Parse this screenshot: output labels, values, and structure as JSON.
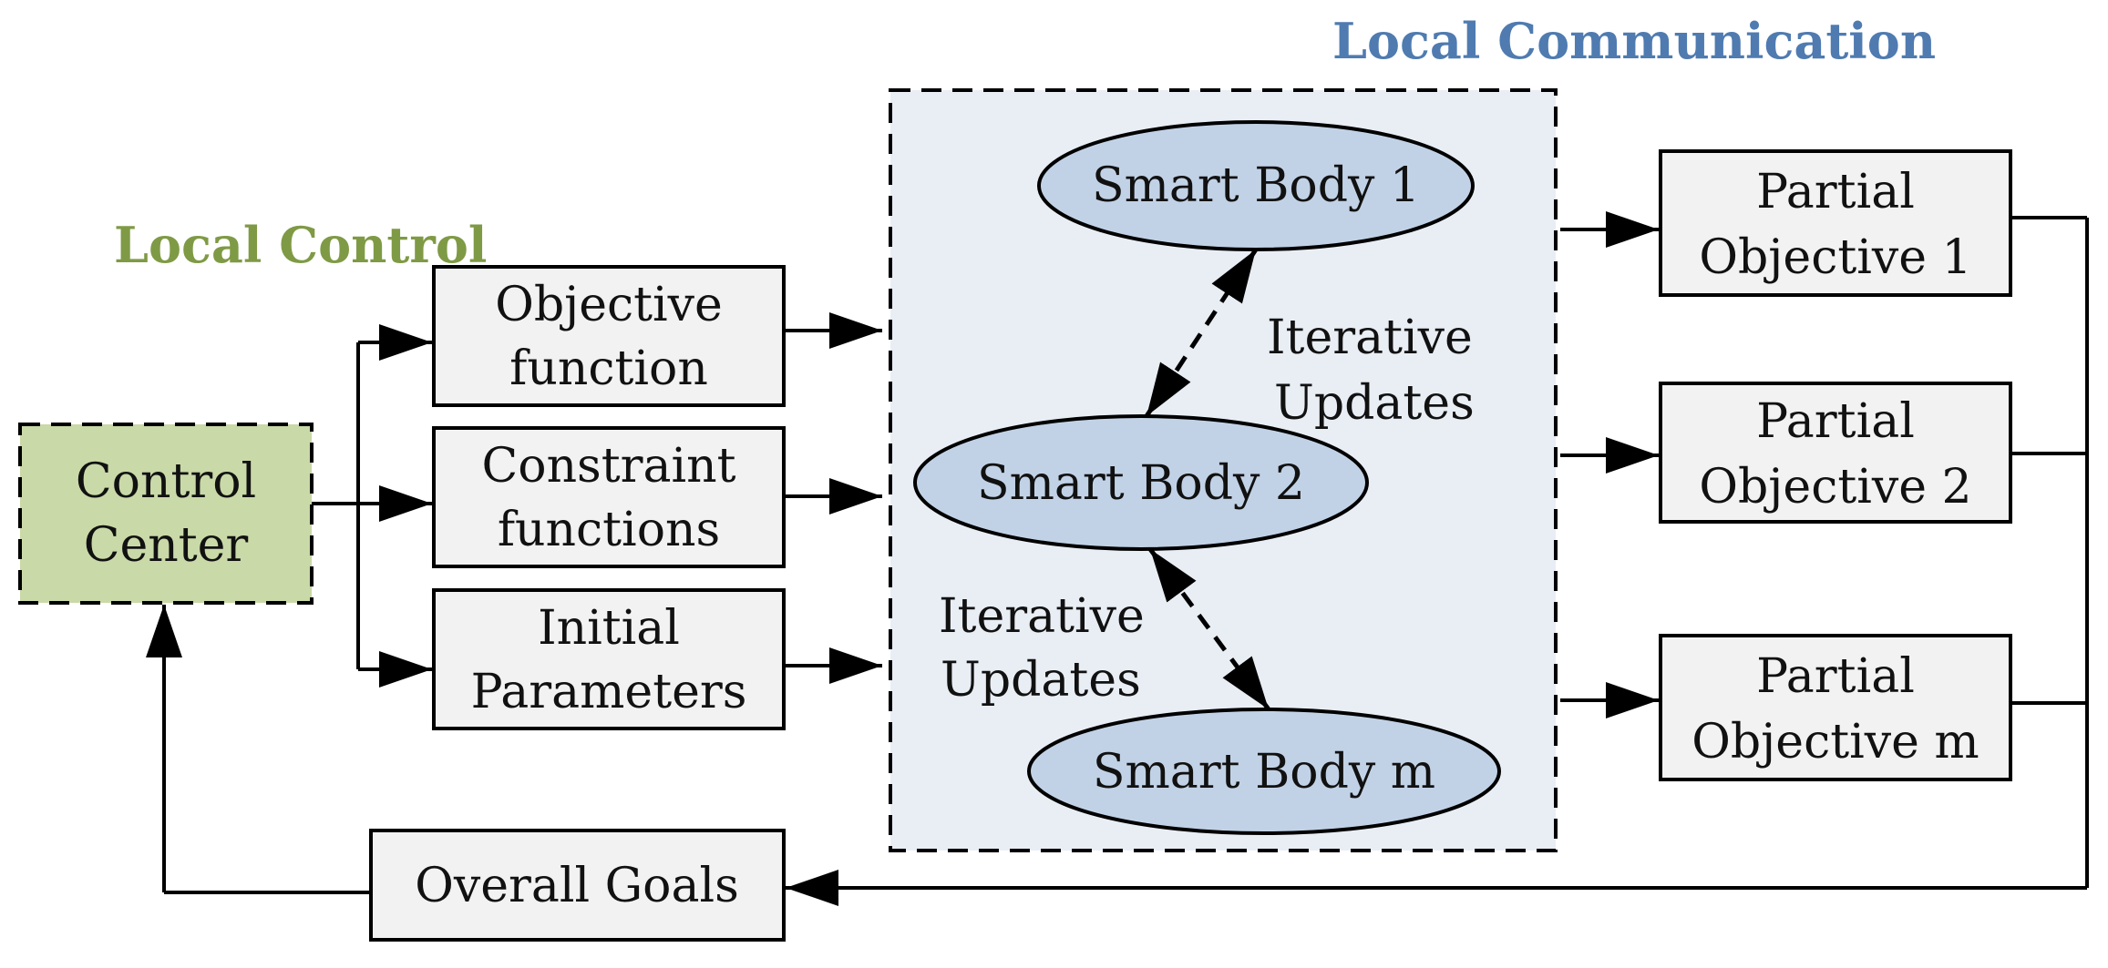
{
  "titles": {
    "local_control": "Local Control",
    "local_communication": "Local Communication"
  },
  "control_center": {
    "line1": "Control",
    "line2": "Center"
  },
  "inputs": [
    {
      "line1": "Objective",
      "line2": "function"
    },
    {
      "line1": "Constraint",
      "line2": "functions"
    },
    {
      "line1": "Initial",
      "line2": "Parameters"
    }
  ],
  "smart_bodies": [
    "Smart Body 1",
    "Smart Body 2",
    "Smart Body m"
  ],
  "iterative_updates": [
    {
      "line1": "Iterative",
      "line2": "Updates"
    },
    {
      "line1": "Iterative",
      "line2": "Updates"
    }
  ],
  "partial_objectives": [
    {
      "line1": "Partial",
      "line2": "Objective 1"
    },
    {
      "line1": "Partial",
      "line2": "Objective 2"
    },
    {
      "line1": "Partial",
      "line2": "Objective m"
    }
  ],
  "overall_goals": "Overall Goals",
  "colors": {
    "control_center_fill": "#c9d9a8",
    "communication_region_fill": "#e9eef5",
    "ellipse_fill": "#c2d2e6",
    "box_fill": "#f2f2f2",
    "local_control_title": "#7f9a45",
    "local_communication_title": "#4f7bb0"
  }
}
